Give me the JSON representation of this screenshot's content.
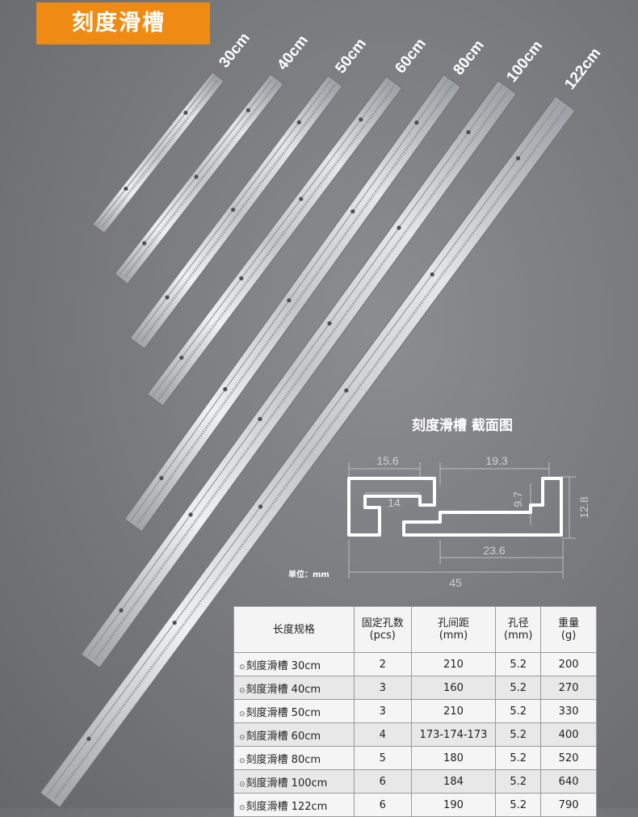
{
  "title": "刻度滑槽",
  "rails": [
    {
      "label": "30cm"
    },
    {
      "label": "40cm"
    },
    {
      "label": "50cm"
    },
    {
      "label": "60cm"
    },
    {
      "label": "80cm"
    },
    {
      "label": "100cm"
    },
    {
      "label": "122cm"
    }
  ],
  "section": {
    "title": "刻度滑槽 截面图",
    "unit": "单位：mm"
  },
  "dimensions": {
    "d1": "15.6",
    "d2": "19.3",
    "d3": "14",
    "d4": "9.7",
    "d5": "12.8",
    "d6": "23.6",
    "d7": "45"
  },
  "table": {
    "headers": [
      {
        "line1": "长度规格",
        "line2": ""
      },
      {
        "line1": "固定孔数",
        "line2": "(pcs)"
      },
      {
        "line1": "孔间距",
        "line2": "(mm)"
      },
      {
        "line1": "孔径",
        "line2": "(mm)"
      },
      {
        "line1": "重量",
        "line2": "(g)"
      }
    ],
    "bullet": "⊙",
    "rows": [
      {
        "name": "刻度滑槽 30cm",
        "holes": "2",
        "spacing": "210",
        "dia": "5.2",
        "weight": "200"
      },
      {
        "name": "刻度滑槽 40cm",
        "holes": "3",
        "spacing": "160",
        "dia": "5.2",
        "weight": "270"
      },
      {
        "name": "刻度滑槽 50cm",
        "holes": "3",
        "spacing": "210",
        "dia": "5.2",
        "weight": "330"
      },
      {
        "name": "刻度滑槽 60cm",
        "holes": "4",
        "spacing": "173-174-173",
        "dia": "5.2",
        "weight": "400"
      },
      {
        "name": "刻度滑槽 80cm",
        "holes": "5",
        "spacing": "180",
        "dia": "5.2",
        "weight": "520"
      },
      {
        "name": "刻度滑槽 100cm",
        "holes": "6",
        "spacing": "184",
        "dia": "5.2",
        "weight": "640"
      },
      {
        "name": "刻度滑槽 122cm",
        "holes": "6",
        "spacing": "190",
        "dia": "5.2",
        "weight": "790"
      }
    ]
  }
}
